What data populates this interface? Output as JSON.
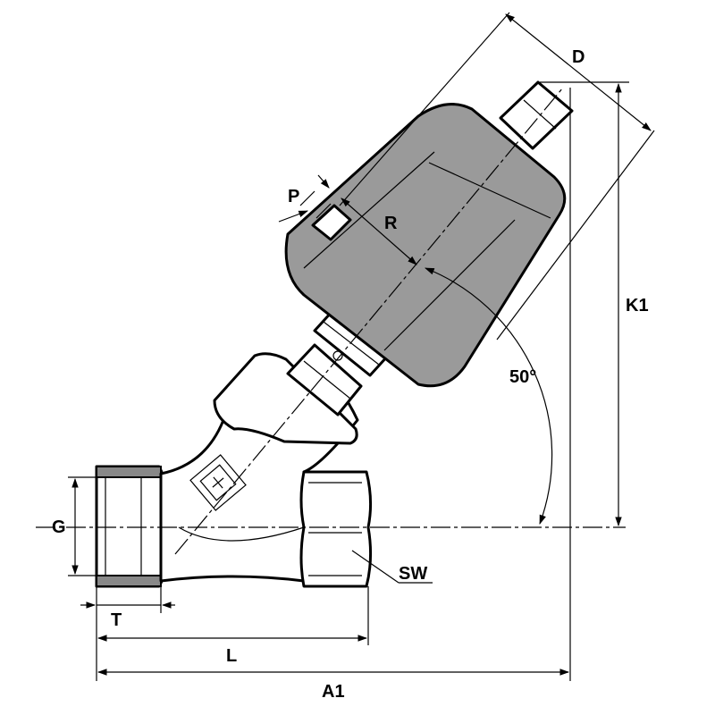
{
  "labels": {
    "D": "D",
    "P": "P",
    "R": "R",
    "angle": "50°",
    "K1": "K1",
    "G": "G",
    "SW": "SW",
    "T": "T",
    "L": "L",
    "A1": "A1"
  },
  "colors": {
    "line": "#000000",
    "actuator_fill": "#9a9a9a",
    "hatch_fill": "#888888",
    "background": "#ffffff"
  }
}
